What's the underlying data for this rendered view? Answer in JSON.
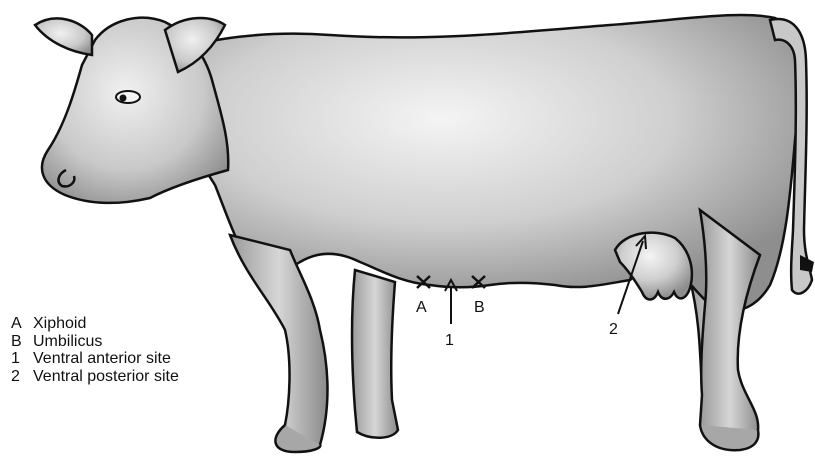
{
  "markers": {
    "A": "A",
    "B": "B",
    "n1": "1",
    "n2": "2"
  },
  "legend": [
    {
      "key": "A",
      "label": "Xiphoid"
    },
    {
      "key": "B",
      "label": "Umbilicus"
    },
    {
      "key": "1",
      "label": "Ventral anterior site"
    },
    {
      "key": "2",
      "label": "Ventral posterior site"
    }
  ],
  "colors": {
    "body_light": "#f2f2f2",
    "body_mid": "#c4c4c4",
    "body_dark": "#8d8d8d",
    "outline": "#111111"
  },
  "icons": [
    "cow-illustration",
    "x-mark",
    "arrow"
  ]
}
